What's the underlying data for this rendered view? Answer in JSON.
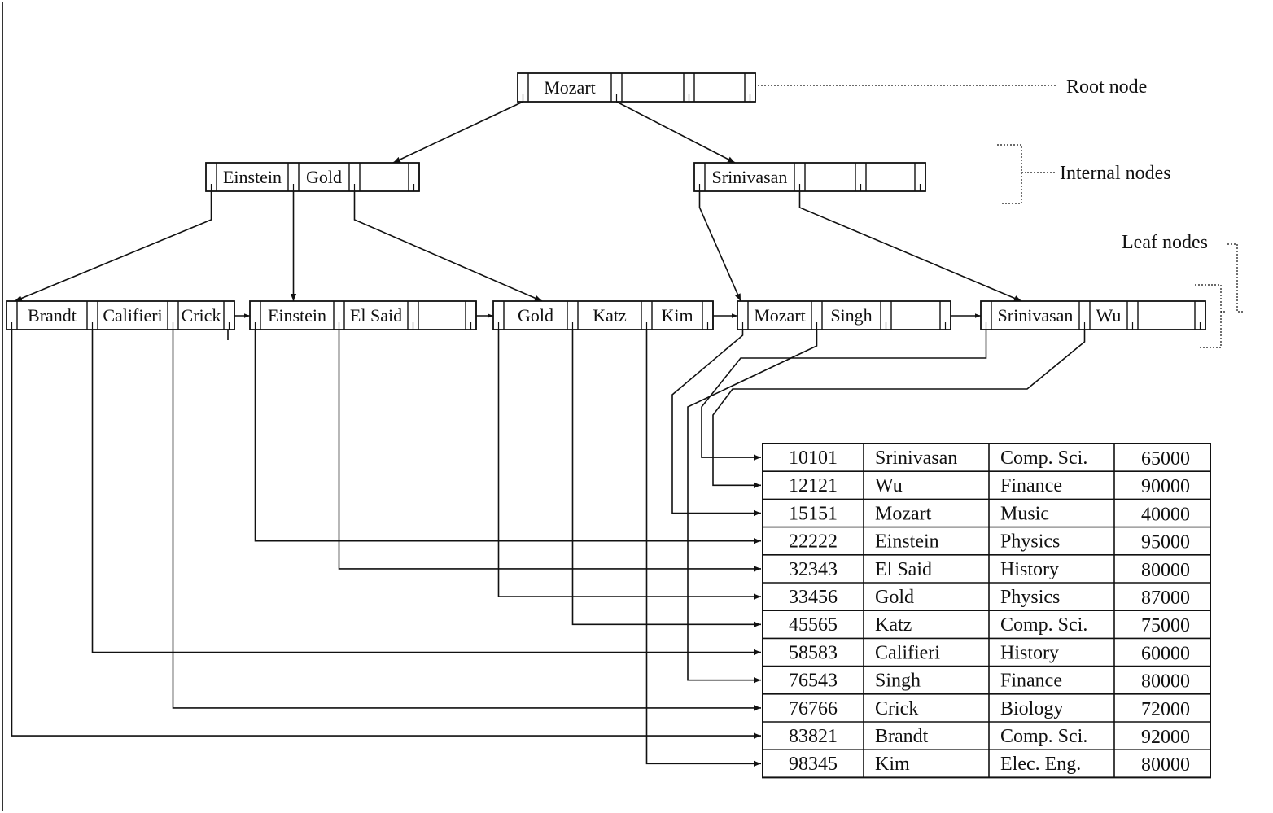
{
  "labels": {
    "root": "Root node",
    "internal": "Internal nodes",
    "leaf": "Leaf nodes"
  },
  "root": {
    "keys": [
      "Mozart"
    ]
  },
  "internal": [
    {
      "keys": [
        "Einstein",
        "Gold"
      ]
    },
    {
      "keys": [
        "Srinivasan"
      ]
    }
  ],
  "leaves": [
    {
      "keys": [
        "Brandt",
        "Califieri",
        "Crick"
      ]
    },
    {
      "keys": [
        "Einstein",
        "El Said"
      ]
    },
    {
      "keys": [
        "Gold",
        "Katz",
        "Kim"
      ]
    },
    {
      "keys": [
        "Mozart",
        "Singh"
      ]
    },
    {
      "keys": [
        "Srinivasan",
        "Wu"
      ]
    }
  ],
  "table": {
    "rows": [
      [
        "10101",
        "Srinivasan",
        "Comp. Sci.",
        "65000"
      ],
      [
        "12121",
        "Wu",
        "Finance",
        "90000"
      ],
      [
        "15151",
        "Mozart",
        "Music",
        "40000"
      ],
      [
        "22222",
        "Einstein",
        "Physics",
        "95000"
      ],
      [
        "32343",
        "El Said",
        "History",
        "80000"
      ],
      [
        "33456",
        "Gold",
        "Physics",
        "87000"
      ],
      [
        "45565",
        "Katz",
        "Comp. Sci.",
        "75000"
      ],
      [
        "58583",
        "Califieri",
        "History",
        "60000"
      ],
      [
        "76543",
        "Singh",
        "Finance",
        "80000"
      ],
      [
        "76766",
        "Crick",
        "Biology",
        "72000"
      ],
      [
        "83821",
        "Brandt",
        "Comp. Sci.",
        "92000"
      ],
      [
        "98345",
        "Kim",
        "Elec. Eng.",
        "80000"
      ]
    ]
  }
}
